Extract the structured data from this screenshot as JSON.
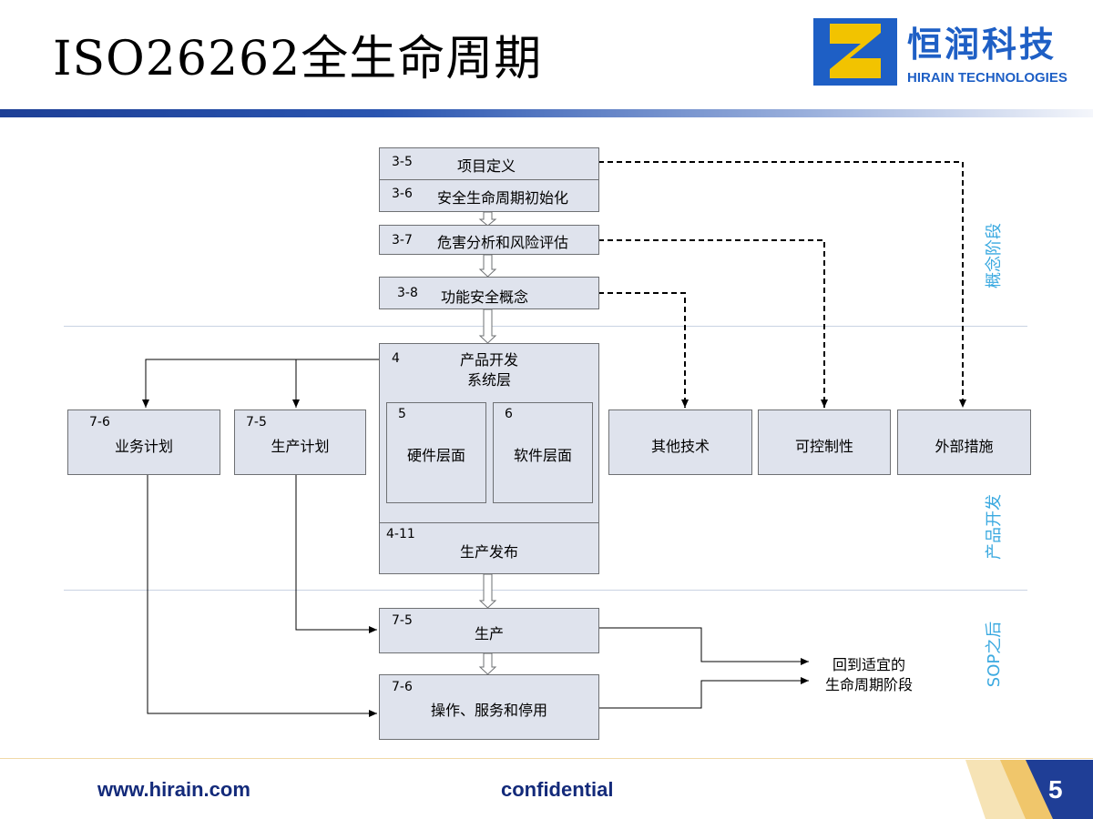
{
  "slide": {
    "title": "ISO26262全生命周期",
    "page_number": "5"
  },
  "logo": {
    "name_cn": "恒润科技",
    "name_en": "HIRAIN TECHNOLOGIES"
  },
  "footer": {
    "url": "www.hirain.com",
    "confidential": "confidential"
  },
  "phases": {
    "concept": "概念阶段",
    "product_dev": "产品开发",
    "after_sop": "SOP之后"
  },
  "concept": {
    "item_definition": {
      "num": "3-5",
      "label": "项目定义"
    },
    "safety_init": {
      "num": "3-6",
      "label": "安全生命周期初始化"
    },
    "hara": {
      "num": "3-7",
      "label": "危害分析和风险评估"
    },
    "fsc": {
      "num": "3-8",
      "label": "功能安全概念"
    }
  },
  "product": {
    "system": {
      "num": "4",
      "label_line1": "产品开发",
      "label_line2": "系统层"
    },
    "hardware": {
      "num": "5",
      "label": "硬件层面"
    },
    "software": {
      "num": "6",
      "label": "软件层面"
    },
    "release": {
      "num": "4-11",
      "label": "生产发布"
    }
  },
  "planning": {
    "operation_plan": {
      "num": "7-6",
      "label": "业务计划"
    },
    "production_plan": {
      "num": "7-5",
      "label": "生产计划"
    }
  },
  "measures": {
    "other_tech": "其他技术",
    "controllability": "可控制性",
    "external": "外部措施"
  },
  "after_sop": {
    "production": {
      "num": "7-5",
      "label": "生产"
    },
    "operation": {
      "num": "7-6",
      "label": "操作、服务和停用"
    },
    "return_line1": "回到适宜的",
    "return_line2": "生命周期阶段"
  },
  "colors": {
    "box_fill": "#dfe3ed",
    "box_border": "#6e7073",
    "phase_text": "#3aa9e0",
    "logo_blue": "#1e5fc5",
    "logo_yellow": "#f2c300",
    "footer_text": "#132a7a"
  }
}
